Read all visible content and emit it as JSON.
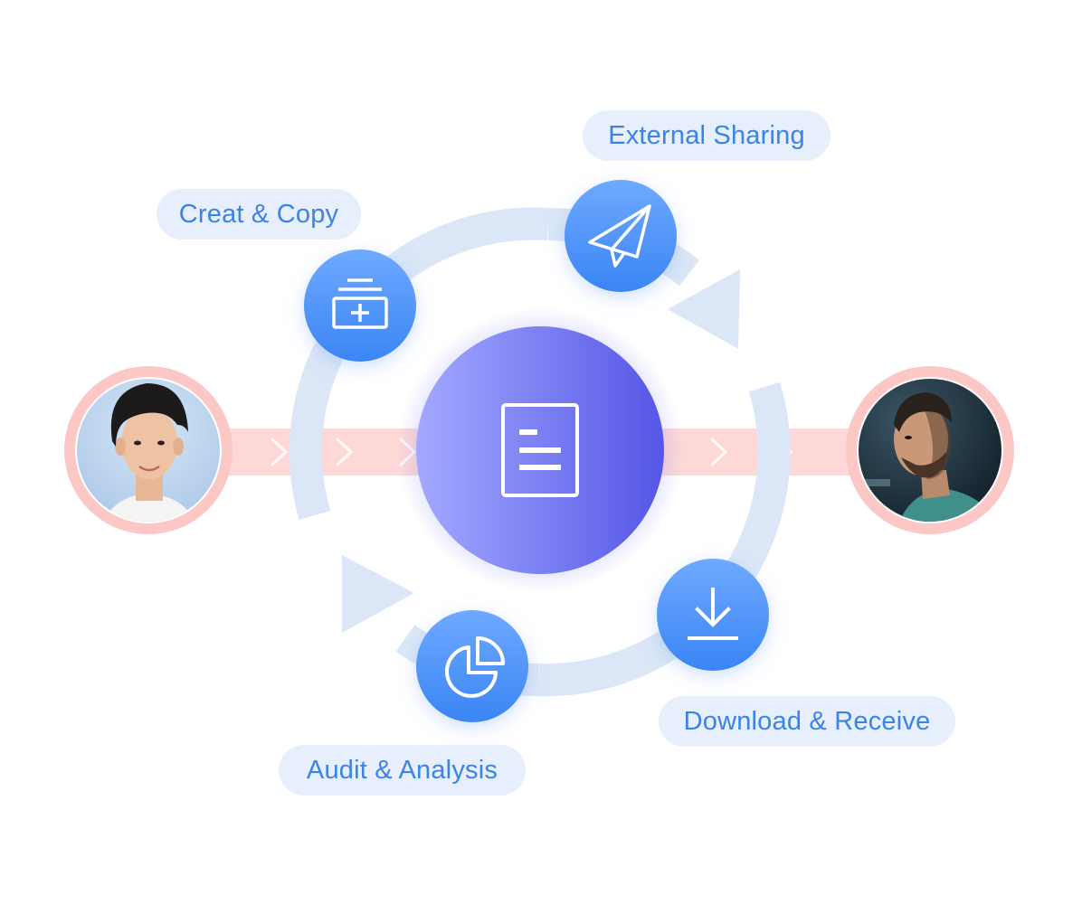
{
  "steps": {
    "sharing": {
      "label": "External Sharing",
      "icon": "paper-plane-icon"
    },
    "create": {
      "label": "Creat & Copy",
      "icon": "folder-add-icon"
    },
    "download": {
      "label": "Download & Receive",
      "icon": "download-icon"
    },
    "audit": {
      "label": "Audit & Analysis",
      "icon": "pie-chart-icon"
    }
  },
  "center": {
    "icon": "document-icon"
  },
  "people": {
    "left": {
      "icon": "avatar-sender"
    },
    "right": {
      "icon": "avatar-receiver"
    }
  },
  "colors": {
    "pill_bg": "#e6effb",
    "pill_text": "#3b83e6",
    "ring": "#dde8f8",
    "flow_band": "#fdd5d3",
    "avatar_ring": "#fcc5c2",
    "icon_gradient_top": "#6aa6ff",
    "icon_gradient_bottom": "#3a86f7",
    "center_gradient_left": "#9aa3ff",
    "center_gradient_right": "#5a5ce8"
  }
}
